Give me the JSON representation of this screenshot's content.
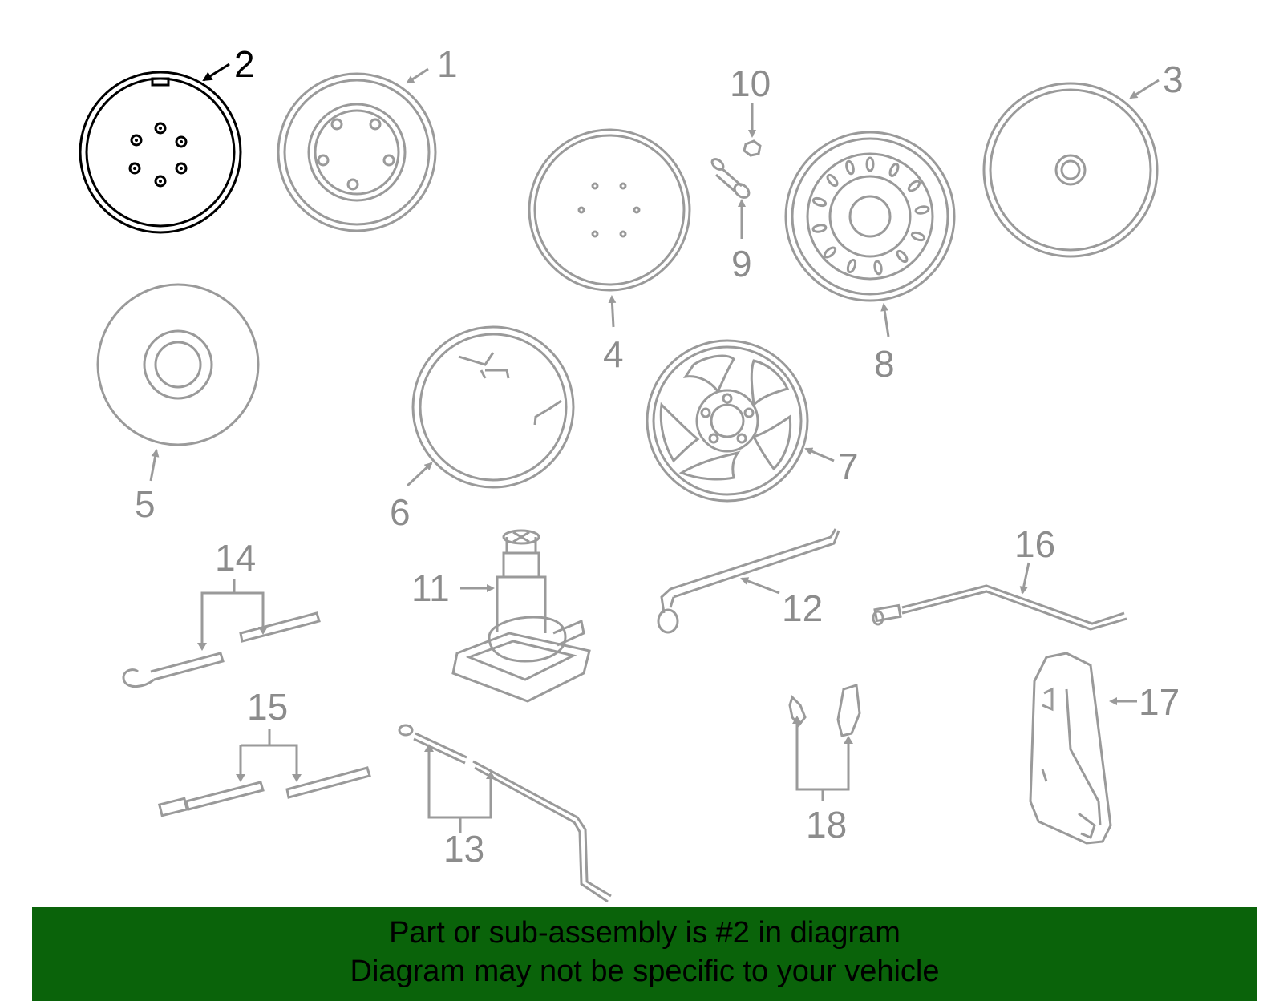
{
  "diagram": {
    "highlight_color": "#000000",
    "part_color": "#9a9a9a",
    "callouts": [
      "1",
      "2",
      "3",
      "4",
      "5",
      "6",
      "7",
      "8",
      "9",
      "10",
      "11",
      "12",
      "13",
      "14",
      "15",
      "16",
      "17",
      "18"
    ],
    "highlighted_callout": "2"
  },
  "banner": {
    "background": "#0a630a",
    "line1": "Part or sub-assembly is #2 in diagram",
    "line2": "Diagram may not be specific to your vehicle"
  }
}
